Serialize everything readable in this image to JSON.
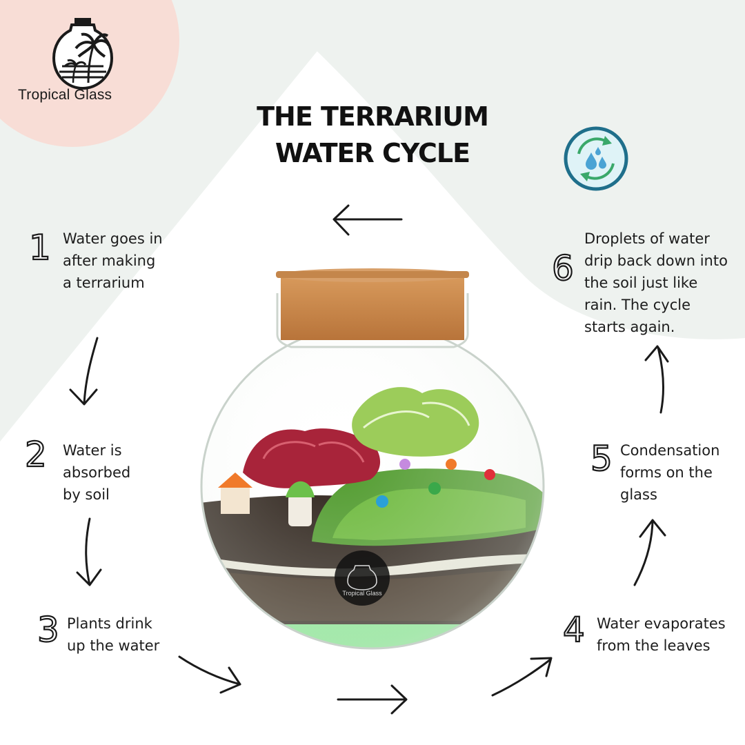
{
  "brand": {
    "name": "Tropical Glass",
    "label_on_jar": "Tropical Glass"
  },
  "title": {
    "line1": "THE TERRARIUM",
    "line2": "WATER CYCLE"
  },
  "icons": {
    "water_cycle": "water-cycle-icon",
    "logo": "jar-palm-logo"
  },
  "colors": {
    "blush": "#f8ddd6",
    "mint": "#eef2ef",
    "icon_ring": "#1f6f8b",
    "icon_bg": "#dff3f7",
    "cork": "#c8874a",
    "moss": "#4f9a2c",
    "leaf_red": "#a8243a",
    "glass_tint": "#7fe07a"
  },
  "steps": [
    {
      "number": "1",
      "lines": [
        "Water goes in",
        "after making",
        "a terrarium"
      ]
    },
    {
      "number": "2",
      "lines": [
        "Water is",
        "absorbed",
        "by soil"
      ]
    },
    {
      "number": "3",
      "lines": [
        "Plants drink",
        "up the water"
      ]
    },
    {
      "number": "4",
      "lines": [
        "Water evaporates",
        "from the leaves"
      ]
    },
    {
      "number": "5",
      "lines": [
        "Condensation",
        "forms on the",
        "glass"
      ]
    },
    {
      "number": "6",
      "lines": [
        "Droplets of water",
        "drip back down into",
        "the soil just like",
        "rain. The cycle",
        "starts again."
      ]
    }
  ]
}
